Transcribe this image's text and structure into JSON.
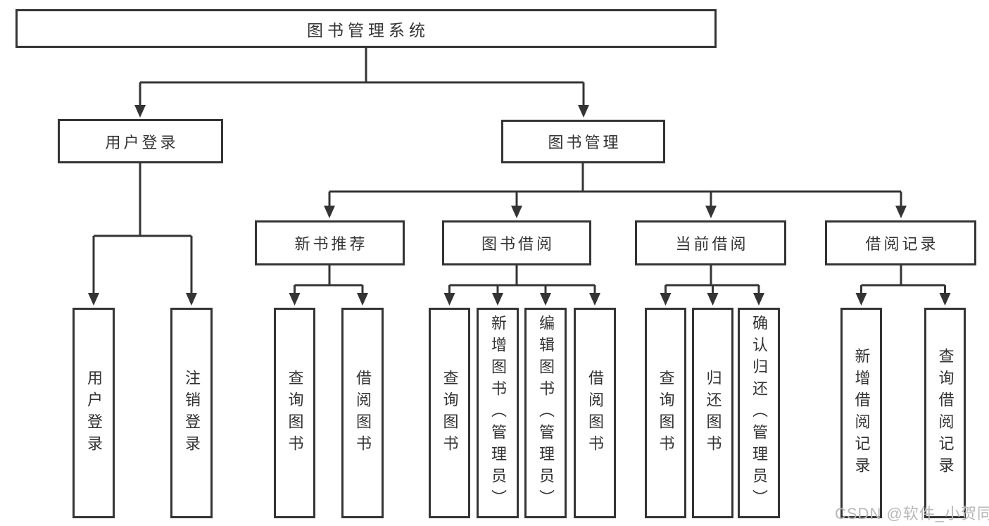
{
  "title": "图书管理系统",
  "level2": [
    {
      "label": "用户登录"
    },
    {
      "label": "图书管理"
    }
  ],
  "level3": [
    {
      "label": "新书推荐"
    },
    {
      "label": "图书借阅"
    },
    {
      "label": "当前借阅"
    },
    {
      "label": "借阅记录"
    }
  ],
  "leaves": {
    "user_login": [
      "用户登录",
      "注销登录"
    ],
    "new_books": [
      "查询图书",
      "借阅图书"
    ],
    "book_borrow": [
      "查询图书",
      "新增图书（管理员）",
      "编辑图书（管理员）",
      "借阅图书"
    ],
    "current_borrow": [
      "查询图书",
      "归还图书",
      "确认归还（管理员）"
    ],
    "borrow_records": [
      "新增借阅记录",
      "查询借阅记录"
    ]
  },
  "watermark": "CSDN @软件_小贺同学",
  "colors": {
    "line": "#343434",
    "text": "#333333",
    "watermark": "#b8b8b8",
    "background": "#ffffff"
  }
}
